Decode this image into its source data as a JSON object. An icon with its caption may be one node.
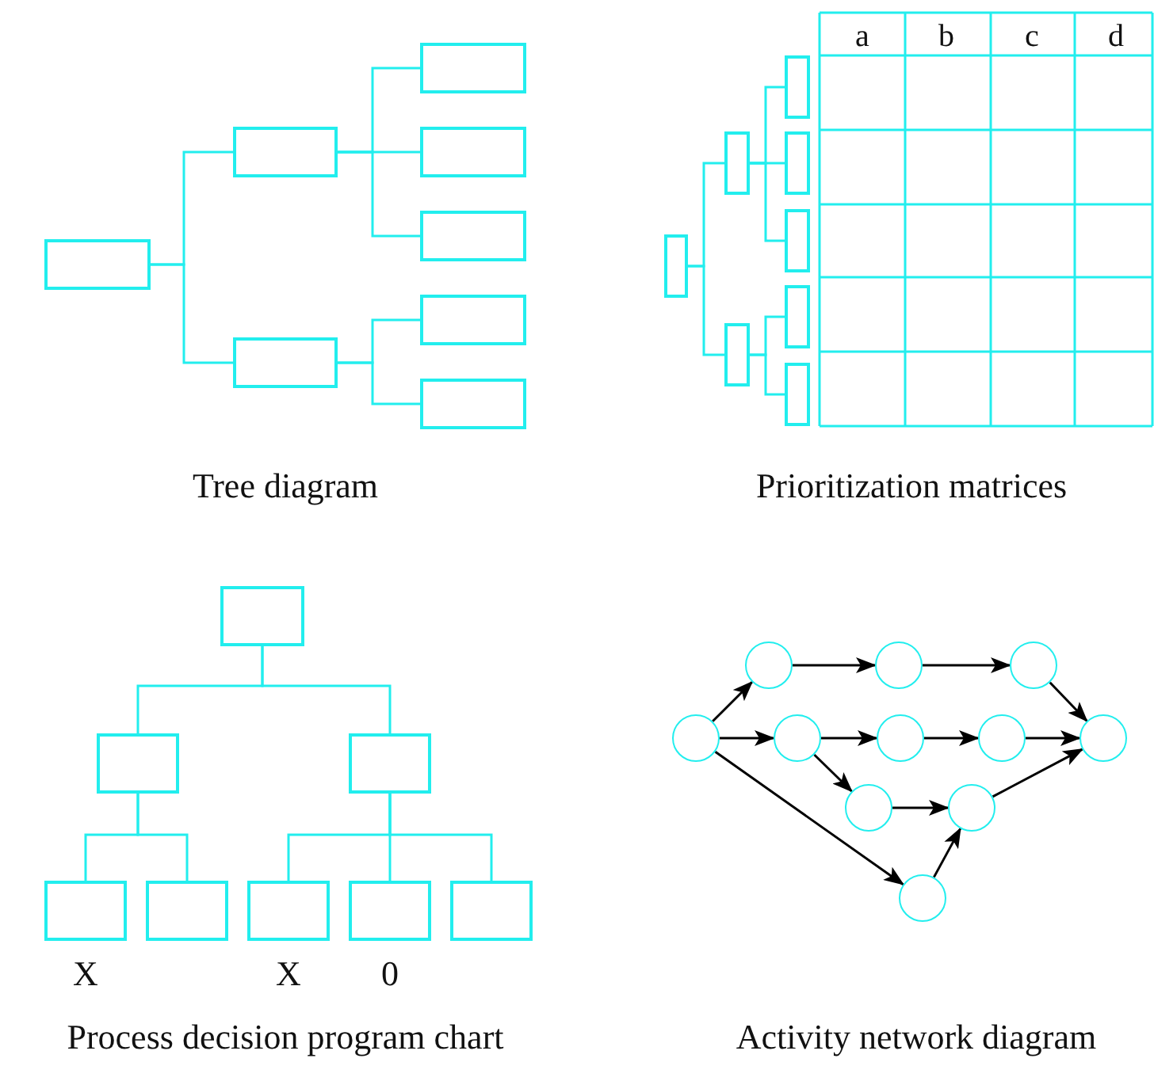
{
  "diagram": {
    "nodes": [
      {
        "text": [],
        "shape": "box"
      },
      {
        "text": [],
        "shape": "box"
      },
      {
        "text": [],
        "shape": "box"
      },
      {
        "text": [],
        "shape": "box"
      },
      {
        "text": [],
        "shape": "box"
      },
      {
        "text": [],
        "shape": "box"
      },
      {
        "text": [],
        "shape": "box"
      },
      {
        "text": [],
        "shape": "box"
      },
      {
        "text": [],
        "shape": "box"
      },
      {
        "text": [],
        "shape": "box"
      },
      {
        "text": [],
        "shape": "box"
      },
      {
        "text": [],
        "shape": "box"
      },
      {
        "text": [],
        "shape": "box"
      },
      {
        "text": [],
        "shape": "box"
      },
      {
        "text": [],
        "shape": "box"
      },
      {
        "text": [],
        "shape": "box"
      },
      {
        "text": [],
        "shape": "box"
      },
      {
        "text": [],
        "shape": "box"
      },
      {
        "text": [],
        "shape": "box"
      },
      {
        "text": [],
        "shape": "box",
        "beside": [
          "X"
        ]
      },
      {
        "text": [],
        "shape": "box"
      },
      {
        "text": [],
        "shape": "box",
        "beside": [
          "X"
        ]
      },
      {
        "text": [],
        "shape": "box",
        "beside": [
          "0"
        ]
      },
      {
        "text": [],
        "shape": "box"
      },
      {
        "text": [],
        "shape": "circle"
      },
      {
        "text": [],
        "shape": "circle"
      },
      {
        "text": [],
        "shape": "circle"
      },
      {
        "text": [],
        "shape": "circle"
      },
      {
        "text": [],
        "shape": "circle"
      },
      {
        "text": [],
        "shape": "circle"
      },
      {
        "text": [],
        "shape": "circle"
      },
      {
        "text": [],
        "shape": "circle"
      },
      {
        "text": [],
        "shape": "circle"
      },
      {
        "text": [],
        "shape": "circle"
      },
      {
        "text": [],
        "shape": "circle"
      }
    ],
    "edges": [
      {
        "from": 0,
        "to": 1,
        "arrow": "none"
      },
      {
        "from": 0,
        "to": 2,
        "arrow": "none"
      },
      {
        "from": 1,
        "to": 3,
        "arrow": "none"
      },
      {
        "from": 1,
        "to": 4,
        "arrow": "none"
      },
      {
        "from": 1,
        "to": 5,
        "arrow": "none"
      },
      {
        "from": 2,
        "to": 6,
        "arrow": "none"
      },
      {
        "from": 2,
        "to": 7,
        "arrow": "none"
      },
      {
        "from": 8,
        "to": 9,
        "arrow": "none"
      },
      {
        "from": 8,
        "to": 10,
        "arrow": "none"
      },
      {
        "from": 9,
        "to": 11,
        "arrow": "none"
      },
      {
        "from": 9,
        "to": 12,
        "arrow": "none"
      },
      {
        "from": 9,
        "to": 13,
        "arrow": "none"
      },
      {
        "from": 10,
        "to": 14,
        "arrow": "none"
      },
      {
        "from": 10,
        "to": 15,
        "arrow": "none"
      },
      {
        "from": 16,
        "to": 17,
        "arrow": "none"
      },
      {
        "from": 16,
        "to": 18,
        "arrow": "none"
      },
      {
        "from": 17,
        "to": 19,
        "arrow": "none"
      },
      {
        "from": 17,
        "to": 20,
        "arrow": "none"
      },
      {
        "from": 18,
        "to": 21,
        "arrow": "none"
      },
      {
        "from": 18,
        "to": 22,
        "arrow": "none"
      },
      {
        "from": 18,
        "to": 23,
        "arrow": "none"
      },
      {
        "from": 24,
        "to": 25,
        "arrow": "to",
        "color": "#000000"
      },
      {
        "from": 25,
        "to": 26,
        "arrow": "to",
        "color": "#000000"
      },
      {
        "from": 26,
        "to": 27,
        "arrow": "to",
        "color": "#000000"
      },
      {
        "from": 27,
        "to": 31,
        "arrow": "to",
        "color": "#000000"
      },
      {
        "from": 24,
        "to": 28,
        "arrow": "to",
        "color": "#000000"
      },
      {
        "from": 28,
        "to": 29,
        "arrow": "to",
        "color": "#000000"
      },
      {
        "from": 29,
        "to": 30,
        "arrow": "to",
        "color": "#000000"
      },
      {
        "from": 30,
        "to": 31,
        "arrow": "to",
        "color": "#000000"
      },
      {
        "from": 28,
        "to": 32,
        "arrow": "to",
        "color": "#000000"
      },
      {
        "from": 32,
        "to": 33,
        "arrow": "to",
        "color": "#000000"
      },
      {
        "from": 33,
        "to": 31,
        "arrow": "to",
        "color": "#000000"
      },
      {
        "from": 24,
        "to": 34,
        "arrow": "to",
        "color": "#000000"
      },
      {
        "from": 34,
        "to": 33,
        "arrow": "to",
        "color": "#000000"
      }
    ],
    "labels": [
      "a",
      "b",
      "c",
      "d",
      "Tree diagram",
      "Prioritization matrices",
      "Process decision program chart",
      "Activity network diagram"
    ]
  }
}
